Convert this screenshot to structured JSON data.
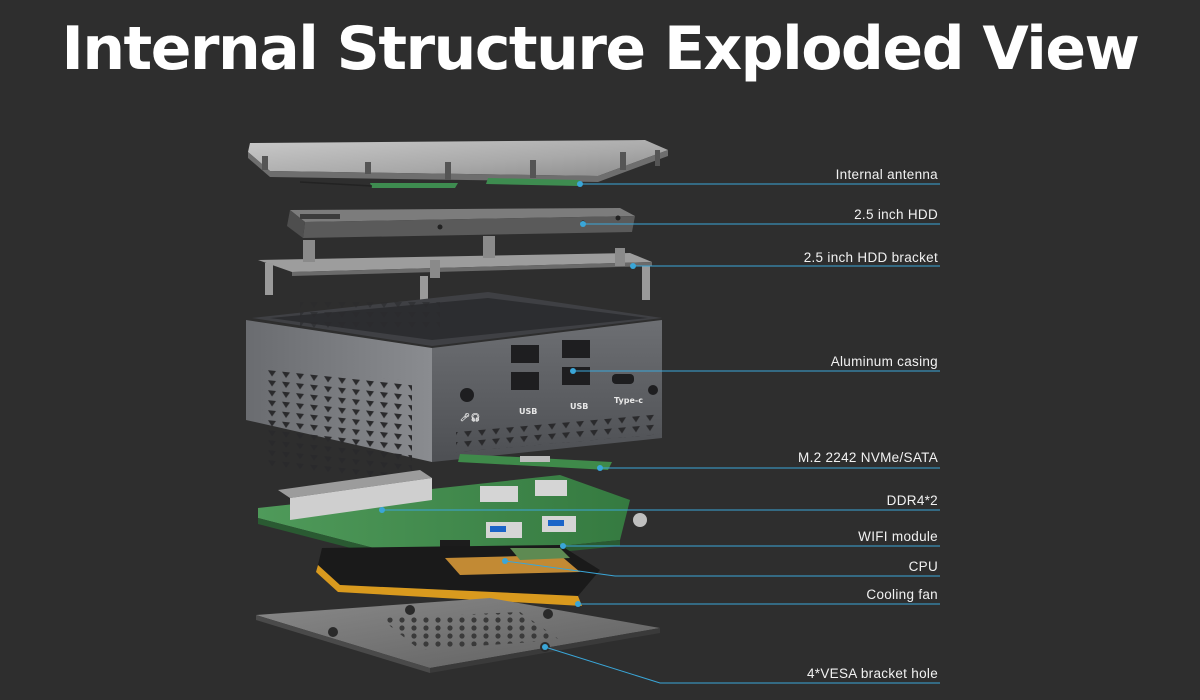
{
  "title": "Internal Structure Exploded View",
  "callouts": [
    {
      "id": "antenna",
      "label": "Internal antenna"
    },
    {
      "id": "hdd",
      "label": "2.5 inch HDD"
    },
    {
      "id": "hdd-bracket",
      "label": "2.5 inch HDD bracket"
    },
    {
      "id": "casing",
      "label": "Aluminum casing"
    },
    {
      "id": "m2",
      "label": "M.2 2242 NVMe/SATA"
    },
    {
      "id": "ddr4",
      "label": "DDR4*2"
    },
    {
      "id": "wifi",
      "label": "WIFI  module"
    },
    {
      "id": "cpu",
      "label": "CPU"
    },
    {
      "id": "fan",
      "label": "Cooling  fan"
    },
    {
      "id": "vesa",
      "label": "4*VESA  bracket hole"
    }
  ],
  "ports": {
    "usb1": "USB",
    "usb2": "USB",
    "typec": "Type-c"
  },
  "colors": {
    "background": "#2e2e2e",
    "leader_line": "#3aa6d8",
    "title": "#ffffff",
    "label": "#f2f2f2",
    "pcb": "#3f8a4a",
    "fan_ring": "#d99a1e"
  }
}
